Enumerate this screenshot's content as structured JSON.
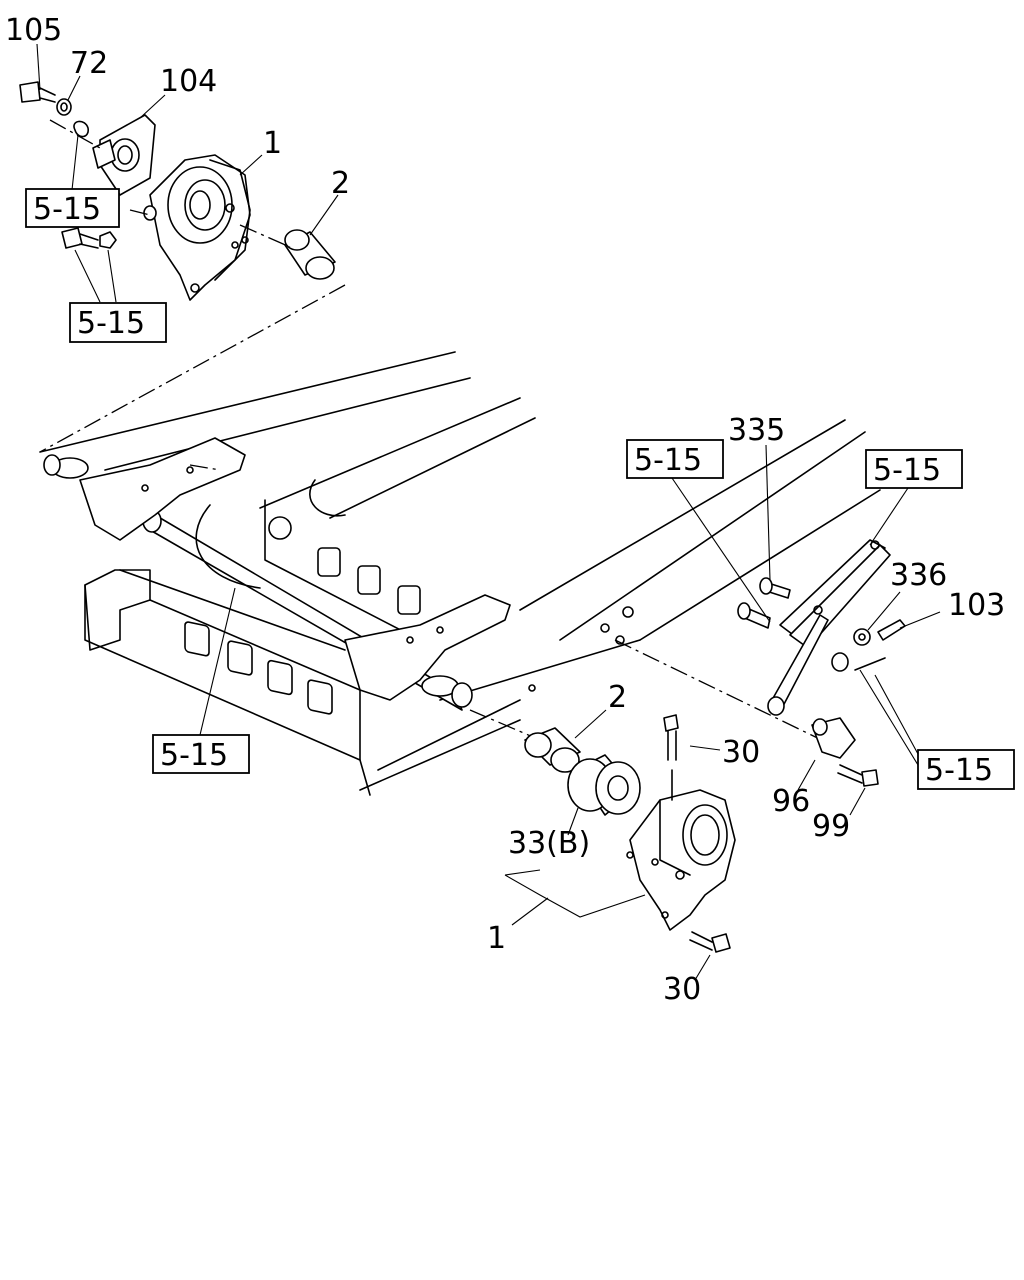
{
  "diagram": {
    "callouts": {
      "c105": "105",
      "c72": "72",
      "c104": "104",
      "c1_top": "1",
      "c2_top": "2",
      "c335": "335",
      "c336": "336",
      "c103": "103",
      "c2_bottom": "2",
      "c30_upper": "30",
      "c96": "96",
      "c99": "99",
      "c33b": "33(B)",
      "c1_bottom": "1",
      "c30_lower": "30"
    },
    "references": {
      "ref_top_a": "5-15",
      "ref_top_b": "5-15",
      "ref_left": "5-15",
      "ref_mid": "5-15",
      "ref_right_top": "5-15",
      "ref_right_bottom": "5-15"
    }
  }
}
